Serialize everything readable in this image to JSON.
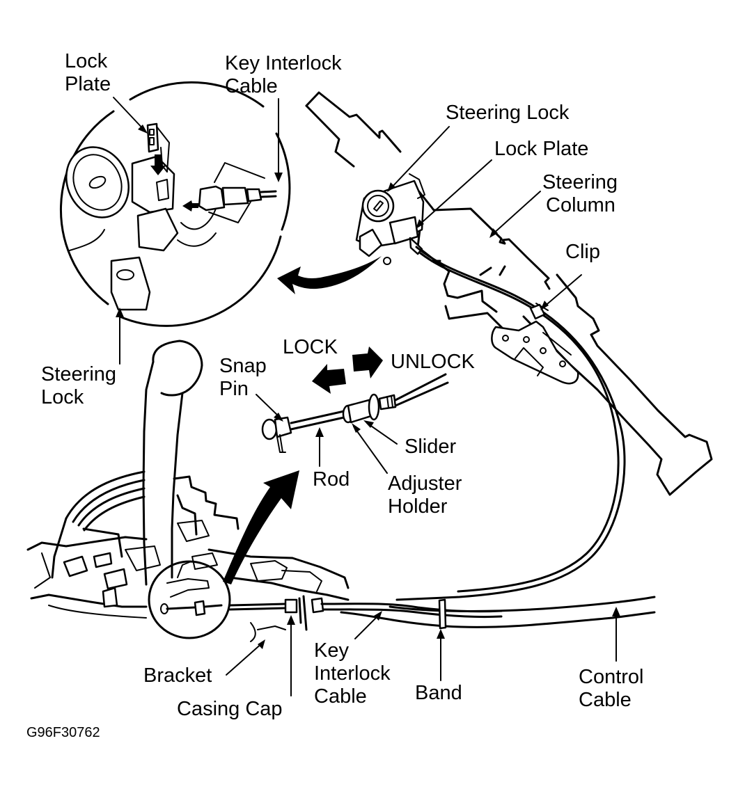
{
  "diagram": {
    "figure_id": "G96F30762",
    "callouts": {
      "lock_plate_inset": [
        "Lock",
        "Plate"
      ],
      "key_interlock_cable_top": [
        "Key Interlock",
        "Cable"
      ],
      "steering_lock_main": "Steering Lock",
      "lock_plate_main": "Lock Plate",
      "steering_column": [
        "Steering",
        "Column"
      ],
      "clip": "Clip",
      "steering_lock_inset": [
        "Steering",
        "Lock"
      ],
      "lock_direction": "LOCK",
      "unlock_direction": "UNLOCK",
      "snap_pin": [
        "Snap",
        "Pin"
      ],
      "rod": "Rod",
      "slider": "Slider",
      "adjuster_holder": [
        "Adjuster",
        "Holder"
      ],
      "bracket": "Bracket",
      "casing_cap": "Casing Cap",
      "key_interlock_cable_bottom": [
        "Key",
        "Interlock",
        "Cable"
      ],
      "band": "Band",
      "control_cable": [
        "Control",
        "Cable"
      ]
    }
  }
}
